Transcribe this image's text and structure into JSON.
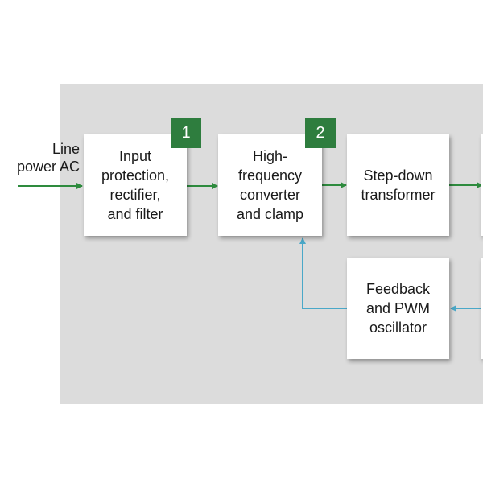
{
  "diagram": {
    "input_label": "Line\npower AC",
    "blocks": [
      {
        "id": "input-filter",
        "label": "Input\nprotection,\nrectifier,\nand filter",
        "badge": "1"
      },
      {
        "id": "hf-converter",
        "label": "High-\nfrequency\nconverter\nand clamp",
        "badge": "2"
      },
      {
        "id": "step-down",
        "label": "Step-down\ntransformer"
      },
      {
        "id": "feedback",
        "label": "Feedback\nand PWM\noscillator"
      }
    ],
    "colors": {
      "panel": "#dcdcdc",
      "badge": "#2e7d3e",
      "forward_arrow": "#2e8b3e",
      "feedback_arrow": "#4aa8c8"
    }
  }
}
